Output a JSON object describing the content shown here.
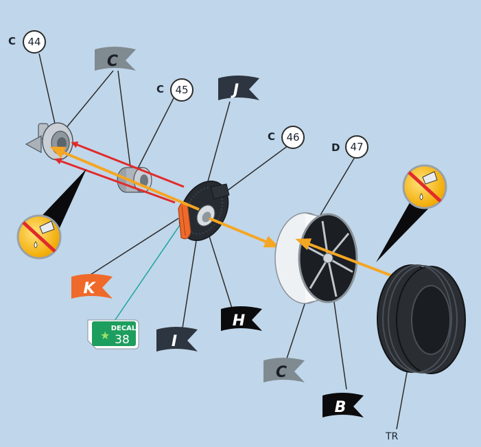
{
  "colors": {
    "background": "#c0d6ea",
    "flag_gray": "#7f8a91",
    "flag_dark": "#2d3540",
    "flag_black": "#0b0b0d",
    "flag_orange": "#ef6a2a",
    "arrow_red": "#e12b2b",
    "arrow_orange": "#f5a623",
    "decal_green": "#1e9e5e"
  },
  "part_numbers": [
    {
      "prefix": "C",
      "number": "44"
    },
    {
      "prefix": "C",
      "number": "45"
    },
    {
      "prefix": "C",
      "number": "46"
    },
    {
      "prefix": "D",
      "number": "47"
    }
  ],
  "flags": {
    "c_top": "C",
    "j": "J",
    "k": "K",
    "i": "I",
    "h": "H",
    "c_bottom": "C",
    "b": "B"
  },
  "decal": {
    "label": "DECAL",
    "number": "38"
  },
  "tire_label": "TR",
  "icons": [
    "no-grease-icon",
    "no-grease-icon"
  ]
}
